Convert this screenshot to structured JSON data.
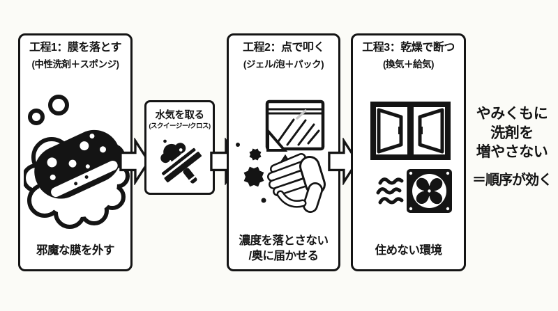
{
  "canvas": {
    "background": "#FBFBF7",
    "ink": "#141414",
    "box_bg": "#FFFFFF",
    "gray_accent": "#AFAFAF"
  },
  "steps": [
    {
      "title": "工程1：膜を落とす",
      "subtitle": "(中性洗剤＋スポンジ)",
      "caption": "邪魔な膜を外す",
      "icon": "sponge-foam-icon"
    },
    {
      "title": "工程2：点で叩く",
      "subtitle": "(ジェル/泡＋パック)",
      "caption": "濃度を落とさない\n/奥に届かせる",
      "icons": [
        "gel-pack-icon",
        "dirt-splat-icon",
        "tapping-hand-icon"
      ]
    },
    {
      "title": "工程3：乾燥で断つ",
      "subtitle": "(換気＋給気)",
      "caption": "住めない環境",
      "icons": [
        "open-window-icon",
        "airflow-waves-icon",
        "exhaust-fan-icon"
      ]
    }
  ],
  "interstep": {
    "title": "水気を取る",
    "subtitle": "(スクイージー/クロス)",
    "icon": "squeegee-icon"
  },
  "flow": {
    "arrow_icon": "flow-arrow-right",
    "arrow_count": 3
  },
  "conclusion": {
    "text": "やみくもに\n洗剤を\n増やさない",
    "emphasis": "＝順序が効く"
  }
}
